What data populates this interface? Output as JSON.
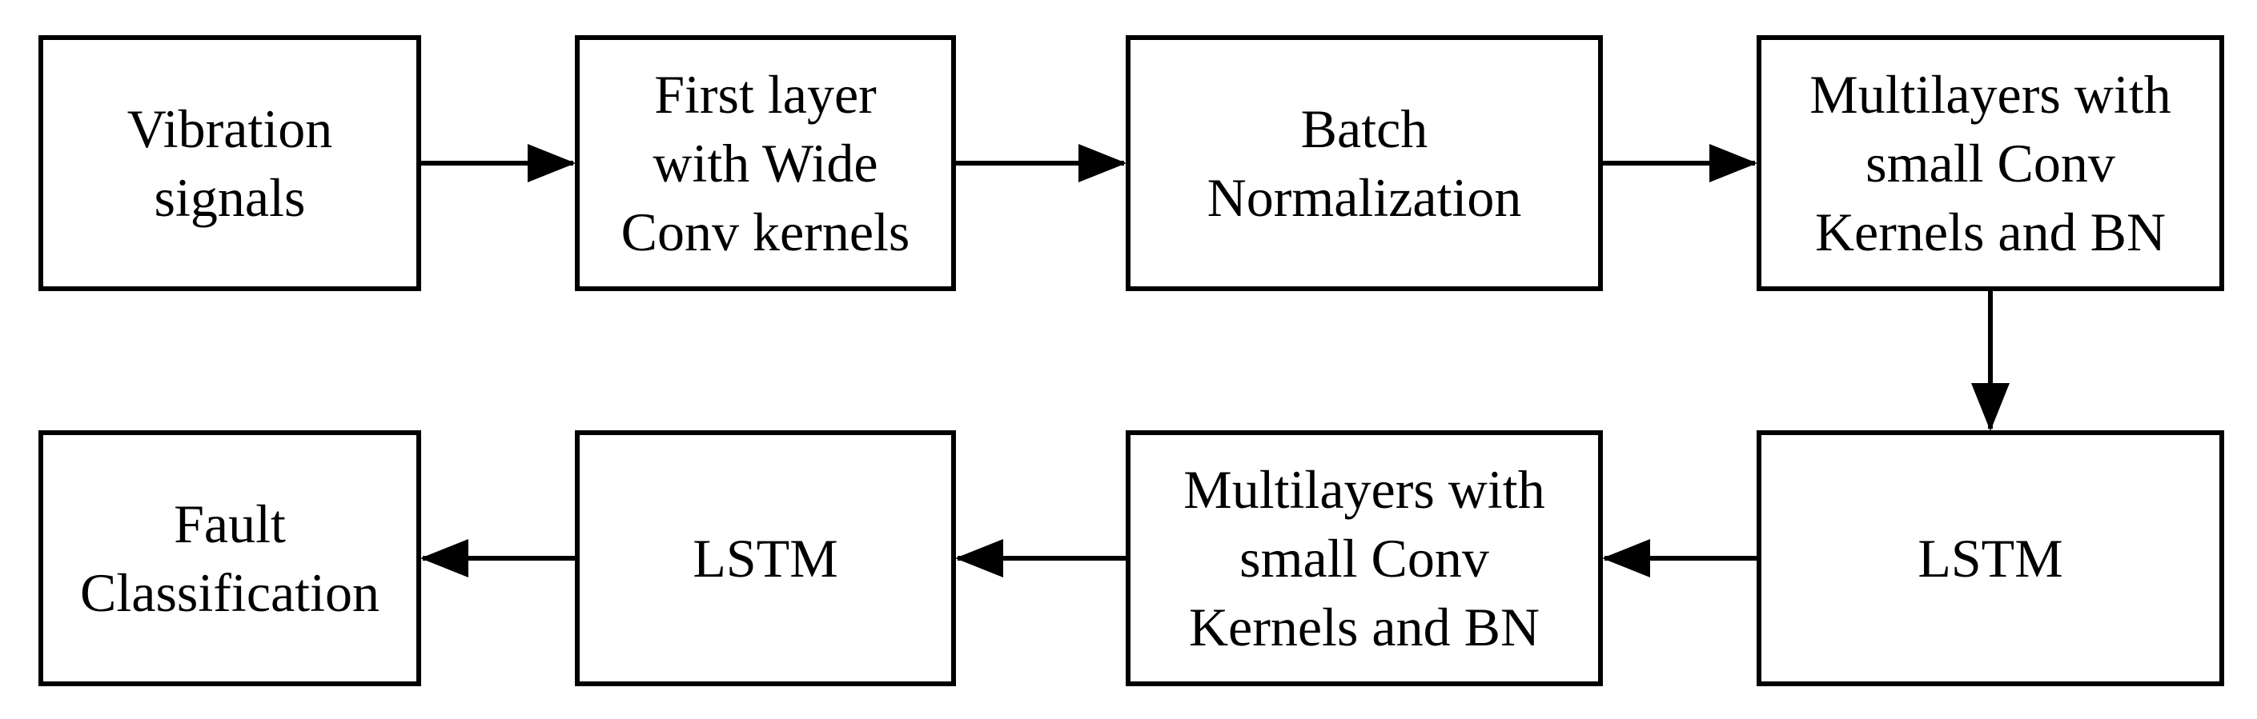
{
  "diagram": {
    "nodes": {
      "vibration_signals": "Vibration\nsignals",
      "first_layer": "First layer\nwith Wide\nConv kernels",
      "batch_norm": "Batch\nNormalization",
      "multilayers_top": "Multilayers with\nsmall Conv\nKernels and BN",
      "lstm_right": "LSTM",
      "multilayers_bottom": "Multilayers with\nsmall Conv\nKernels and BN",
      "lstm_left": "LSTM",
      "fault_classification": "Fault\nClassification"
    },
    "edges": [
      {
        "from": "vibration_signals",
        "to": "first_layer"
      },
      {
        "from": "first_layer",
        "to": "batch_norm"
      },
      {
        "from": "batch_norm",
        "to": "multilayers_top"
      },
      {
        "from": "multilayers_top",
        "to": "lstm_right"
      },
      {
        "from": "lstm_right",
        "to": "multilayers_bottom"
      },
      {
        "from": "multilayers_bottom",
        "to": "lstm_left"
      },
      {
        "from": "lstm_left",
        "to": "fault_classification"
      }
    ],
    "colors": {
      "stroke": "#000000",
      "background": "#ffffff"
    }
  }
}
